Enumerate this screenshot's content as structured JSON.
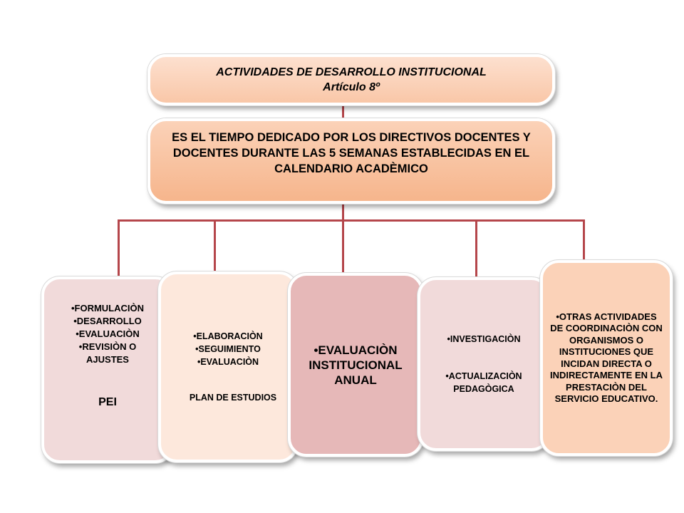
{
  "title": {
    "line1": "ACTIVIDADES DE DESARROLLO INSTITUCIONAL",
    "line2": "Artículo 8º"
  },
  "definition": {
    "text": "ES EL TIEMPO DEDICADO POR LOS DIRECTIVOS DOCENTES Y DOCENTES DURANTE  LAS 5 SEMANAS ESTABLECIDAS  EN EL CALENDARIO ACADÈMICO"
  },
  "columns": [
    {
      "items": [
        "•FORMULACIÒN",
        "•DESARROLLO",
        "•EVALUACIÒN",
        "•REVISIÒN O AJUSTES"
      ],
      "label": "PEI"
    },
    {
      "items": [
        "•ELABORACIÒN",
        "•SEGUIMIENTO",
        "•EVALUACIÒN"
      ],
      "label": "PLAN DE ESTUDIOS"
    },
    {
      "items": [
        "•EVALUACIÒN INSTITUCIONAL ANUAL"
      ]
    },
    {
      "items": [
        "•INVESTIGACIÒN",
        "•ACTUALIZACIÒN PEDAGÒGICA"
      ]
    },
    {
      "items": [
        "•OTRAS ACTIVIDADES DE COORDINACIÒN CON ORGANISMOS  O INSTITUCIONES QUE INCIDAN DIRECTA O INDIRECTAMENTE EN LA PRESTACIÒN DEL SERVICIO EDUCATIVO."
      ]
    }
  ],
  "colors": {
    "connector": "#b5464b",
    "title_fill": "#f9c7a8",
    "definition_fill": "#f6b58c",
    "col1_fill": "#f1dada",
    "col2_fill": "#fde8dc",
    "col3_fill": "#e6b8b8",
    "col4_fill": "#f1dada",
    "col5_fill": "#fbd2b8"
  }
}
